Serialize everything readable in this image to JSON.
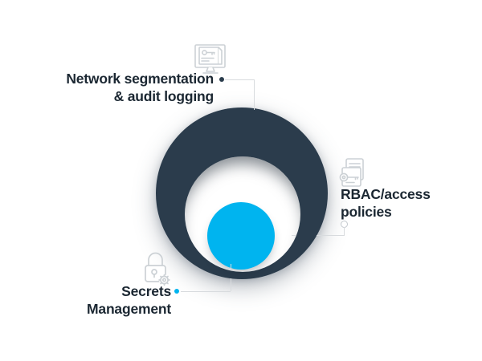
{
  "diagram": {
    "type": "nested-circles",
    "rings": [
      {
        "level": 1,
        "label": "Network segmentation & audit logging",
        "color": "#2b3c4c"
      },
      {
        "level": 2,
        "label": "RBAC/access policies",
        "color": "#ffffff"
      },
      {
        "level": 3,
        "label": "Secrets Management",
        "color": "#00b4ef"
      }
    ],
    "labels": {
      "network": {
        "line1": "Network segmentation",
        "line2": "& audit logging"
      },
      "rbac": {
        "line1": "RBAC/access",
        "line2": "policies"
      },
      "secrets": {
        "line1": "Secrets",
        "line2": "Management"
      }
    },
    "icons": {
      "network": "monitor-audit-log-icon",
      "rbac": "policy-document-key-icon",
      "secrets": "padlock-gear-icon"
    },
    "colors": {
      "navy": "#2b3c4c",
      "cyan": "#00b4ef",
      "text": "#1b2732",
      "connector_line": "#d8dbde",
      "icon_stroke": "#ccd1d5"
    }
  }
}
